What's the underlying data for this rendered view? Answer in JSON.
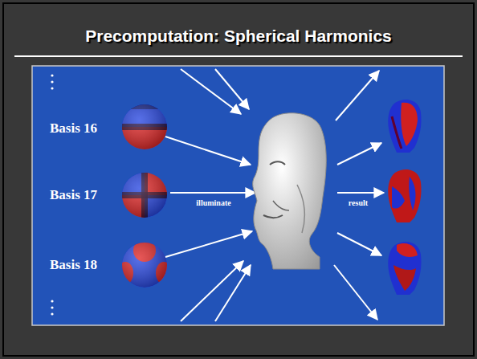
{
  "diagram": {
    "title": "Precomputation: Spherical Harmonics",
    "labels": [
      "Basis 16",
      "Basis 17",
      "illuminate",
      "result",
      "Basis 18"
    ]
  }
}
